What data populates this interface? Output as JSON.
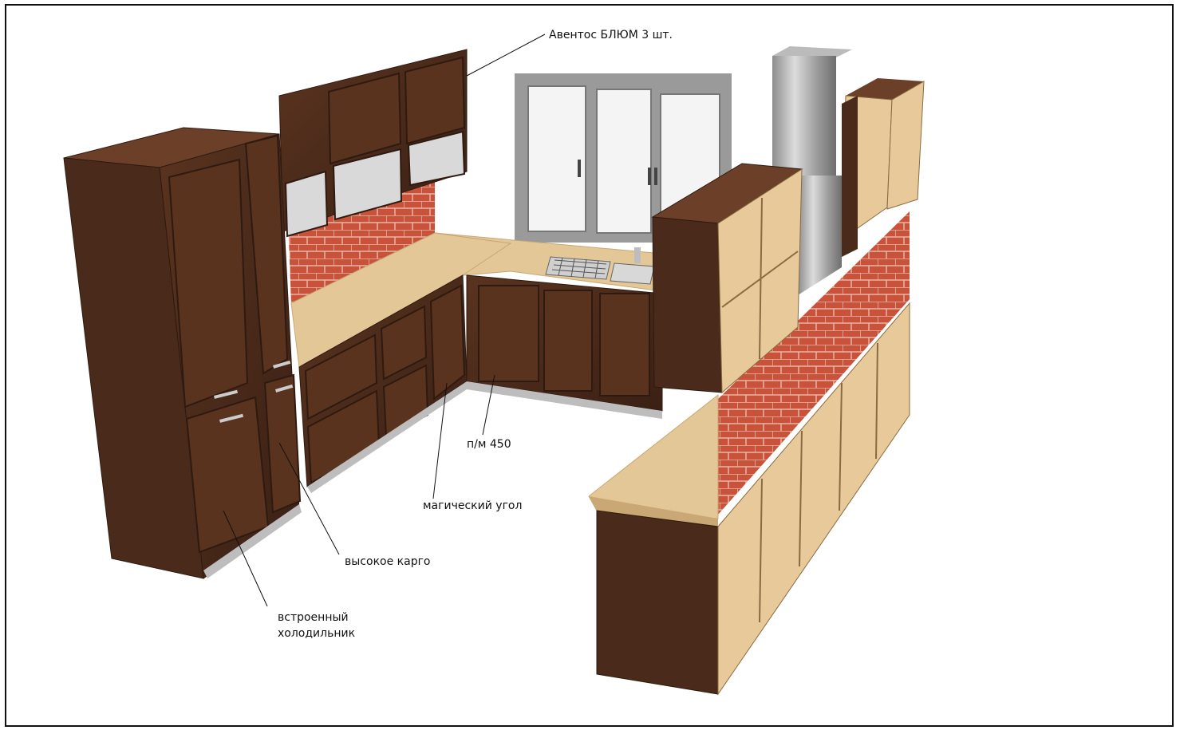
{
  "colors": {
    "dark_wood": "#4a2a1a",
    "dark_wood_light": "#6b3f28",
    "dark_wood_shadow": "#2e1a10",
    "light_wood": "#e8c99a",
    "light_wood_shade": "#d9b47f",
    "countertop": "#e3c796",
    "countertop_edge": "#c9a875",
    "tile": "#c8533a",
    "tile_grout": "#e9b5a5",
    "plinth": "#bdbdbd",
    "hood_steel": "#a9a9a9",
    "window_frame": "#9a9a9a",
    "glass": "#f4f4f4",
    "annotation_line": "#111111"
  },
  "annotations": {
    "aventos": "Авентос БЛЮМ 3 шт.",
    "pm450": "п/м 450",
    "magic_corner": "магический угол",
    "tall_cargo": "высокое карго",
    "fridge": "встроенный\nхолодильник"
  }
}
